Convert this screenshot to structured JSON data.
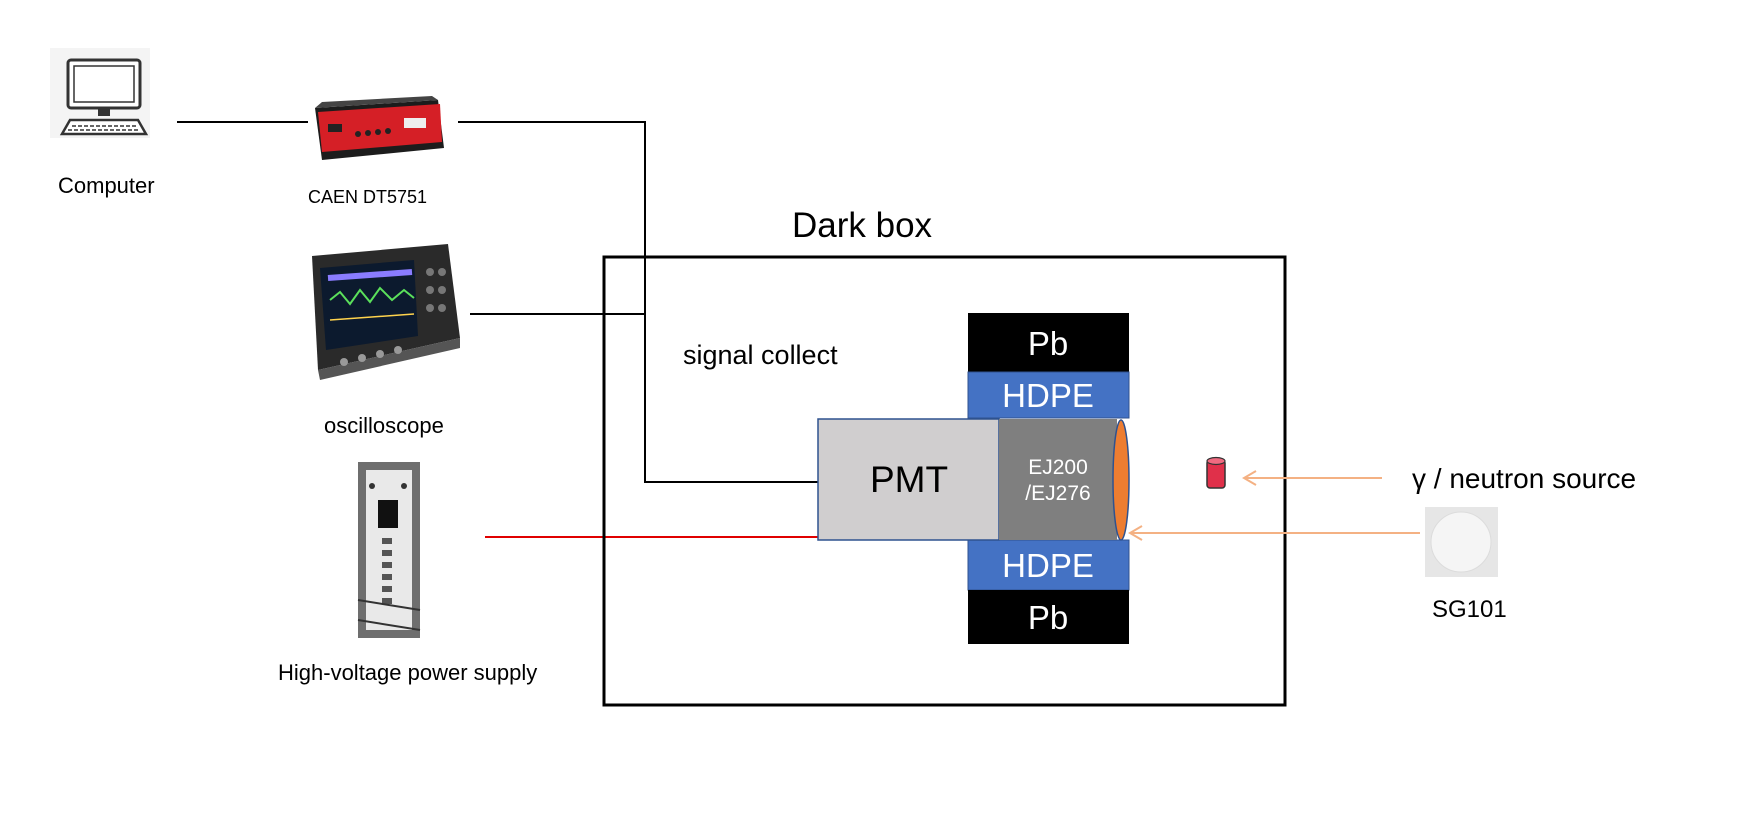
{
  "labels": {
    "computer": "Computer",
    "digitizer": "CAEN DT5751",
    "oscilloscope": "oscilloscope",
    "hv_supply": "High-voltage power supply",
    "dark_box": "Dark box",
    "signal_collect": "signal collect",
    "pmt": "PMT",
    "scintillator_line1": "EJ200",
    "scintillator_line2": "/EJ276",
    "pb_top": "Pb",
    "hdpe_top": "HDPE",
    "hdpe_bottom": "HDPE",
    "pb_bottom": "Pb",
    "source": "γ / neutron source",
    "sg101": "SG101"
  },
  "colors": {
    "pb": "#000000",
    "hdpe": "#4472c4",
    "pmt": "#d0cecf",
    "scintillator": "#7f7f7f",
    "window": "#ed7d31",
    "hv_line": "#e00000",
    "arrow": "#f4b183",
    "source_vial": "#e0304a"
  },
  "icons": {
    "computer": "computer-icon",
    "digitizer": "digitizer-icon",
    "oscilloscope": "oscilloscope-icon",
    "hv_supply": "hv-supply-icon",
    "source_vial": "source-vial-icon",
    "sg101": "sg101-sample-icon"
  }
}
